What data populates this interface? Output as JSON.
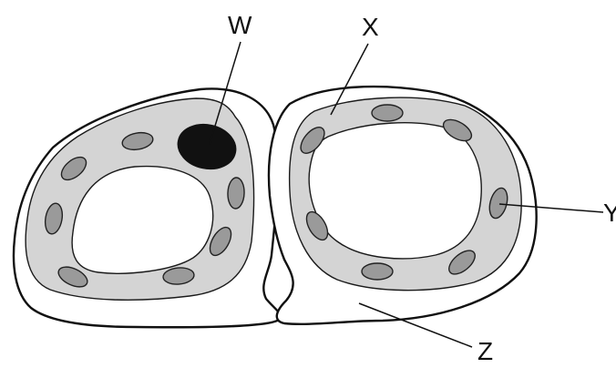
{
  "labels": {
    "w": "W",
    "x": "X",
    "y": "Y",
    "z": "Z"
  },
  "colors": {
    "outline": "#111111",
    "cytoplasm": "#d4d4d4",
    "chloroplast": "#9a9a9a",
    "nucleus": "#111111",
    "background": "#ffffff"
  }
}
